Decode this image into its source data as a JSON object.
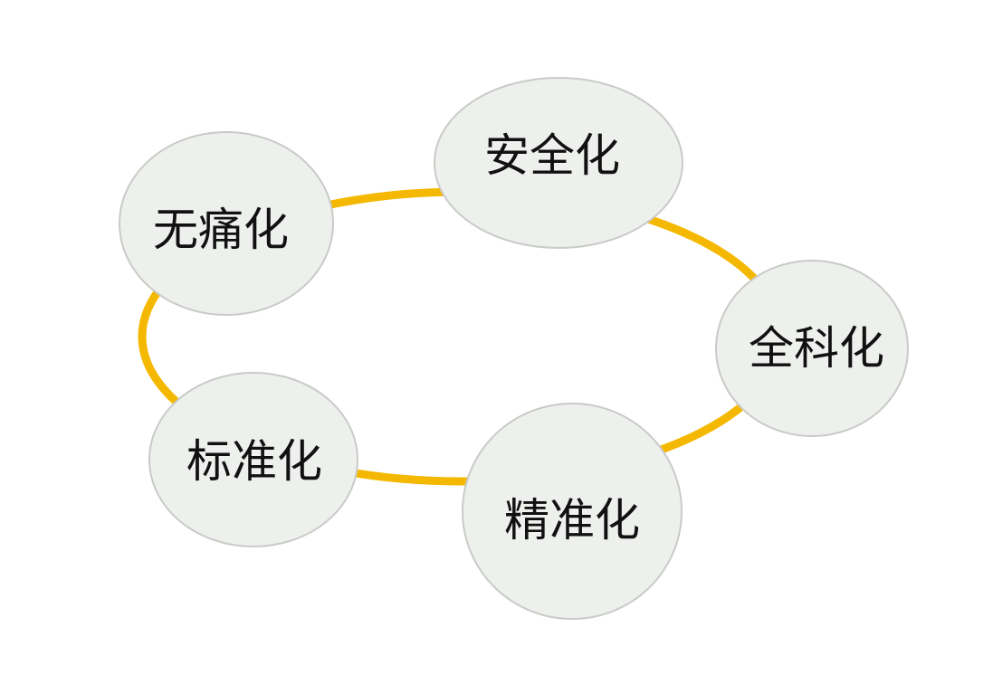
{
  "colors": {
    "ring": "#f5b800",
    "node_fill": "#eef0ed",
    "node_stroke": "#c9cbc8",
    "text": "#111111",
    "background": "#ffffff"
  },
  "nodes": [
    {
      "id": "safety",
      "label": "安全化"
    },
    {
      "id": "general",
      "label": "全科化"
    },
    {
      "id": "precision",
      "label": "精准化"
    },
    {
      "id": "standard",
      "label": "标准化"
    },
    {
      "id": "painless",
      "label": "无痛化"
    }
  ]
}
